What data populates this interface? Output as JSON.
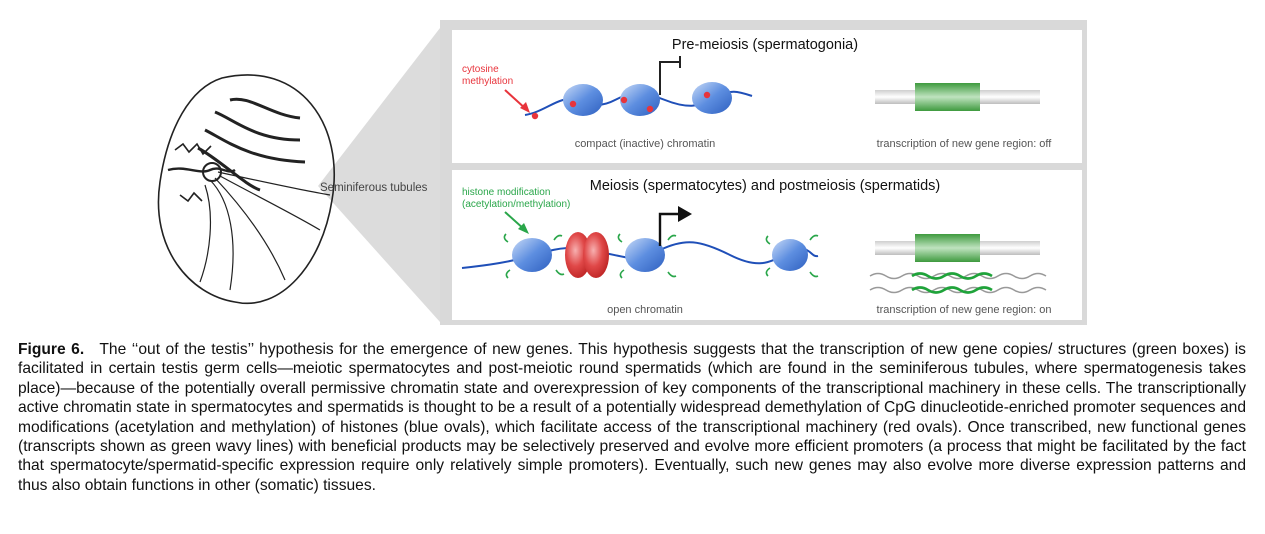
{
  "figure": {
    "tubules_label": "Seminiferous tubules",
    "top_panel": {
      "title": "Pre-meiosis (spermatogonia)",
      "methylation_label_line1": "cytosine",
      "methylation_label_line2": "methylation",
      "chromatin_label": "compact (inactive) chromatin",
      "transcription_label": "transcription of new gene region: off"
    },
    "bottom_panel": {
      "title": "Meiosis (spermatocytes) and postmeiosis (spermatids)",
      "histone_label_line1": "histone modification",
      "histone_label_line2": "(acetylation/methylation)",
      "chromatin_label": "open chromatin",
      "transcription_label": "transcription of new gene region: on"
    },
    "colors": {
      "methylation": "#e8343c",
      "histone_modification": "#2aa64a",
      "nucleosome": "#3b6fd1",
      "transcription_machinery": "#d42a2a",
      "gene_box": "#4caa4c",
      "dna": "#1f4fb8",
      "panel_bg": "#e6e6e6"
    }
  },
  "caption": {
    "label": "Figure 6.",
    "text": "The ‘‘out of the testis’’ hypothesis for the emergence of new genes. This hypothesis suggests that the transcription of new gene copies/ structures (green boxes) is facilitated in certain testis germ cells—meiotic spermatocytes and post-meiotic round spermatids (which are found in the seminiferous tubules, where spermatogenesis takes place)—because of the potentially overall permissive chromatin state and overexpression of key components of the transcriptional machinery in these cells. The transcriptionally active chromatin state in spermatocytes and spermatids is thought to be a result of a potentially widespread demethylation of CpG dinucleotide-enriched promoter sequences and modifications (acetylation and methylation) of histones (blue ovals), which facilitate access of the transcriptional machinery (red ovals). Once transcribed, new functional genes (transcripts shown as green wavy lines) with beneficial products may be selectively preserved and evolve more efficient promoters (a process that might be facilitated by the fact that spermatocyte/spermatid-specific expression require only relatively simple promoters). Eventually, such new genes may also evolve more diverse expression patterns and thus also obtain functions in other (somatic) tissues."
  }
}
